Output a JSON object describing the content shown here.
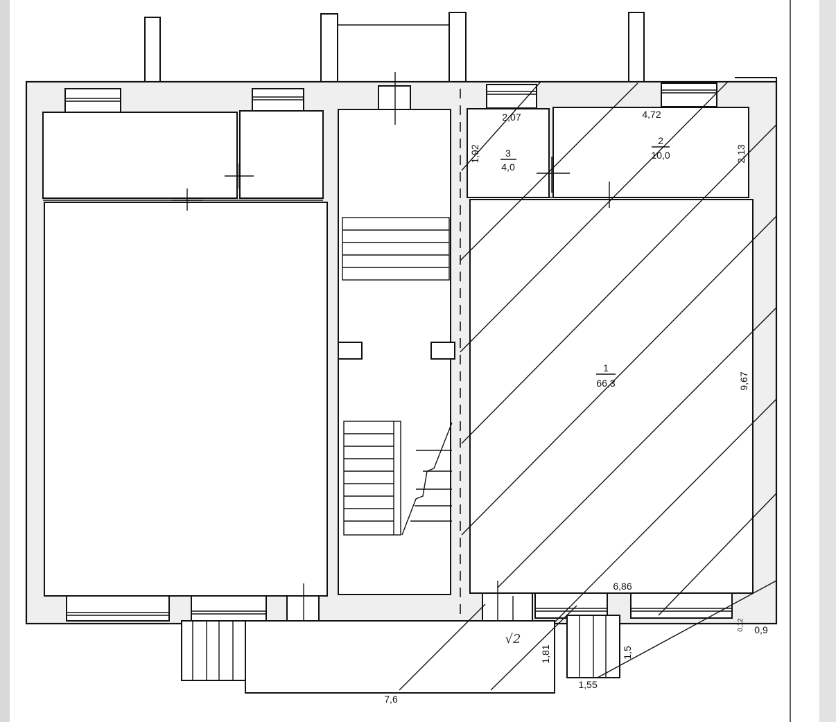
{
  "rooms": [
    {
      "number": "1",
      "area": "66,3"
    },
    {
      "number": "2",
      "area": "10,0"
    },
    {
      "number": "3",
      "area": "4,0"
    }
  ],
  "dimensions": {
    "d207": "2,07",
    "d472": "4,72",
    "d192": "1,92",
    "d213": "2,13",
    "d967": "9,67",
    "d686": "6,86",
    "d012": "0,12",
    "d09": "0,9",
    "d181": "1,81",
    "d15": "1,5",
    "d155": "1,55",
    "d76": "7,6"
  },
  "annotation": {
    "handwritten": "√2"
  }
}
